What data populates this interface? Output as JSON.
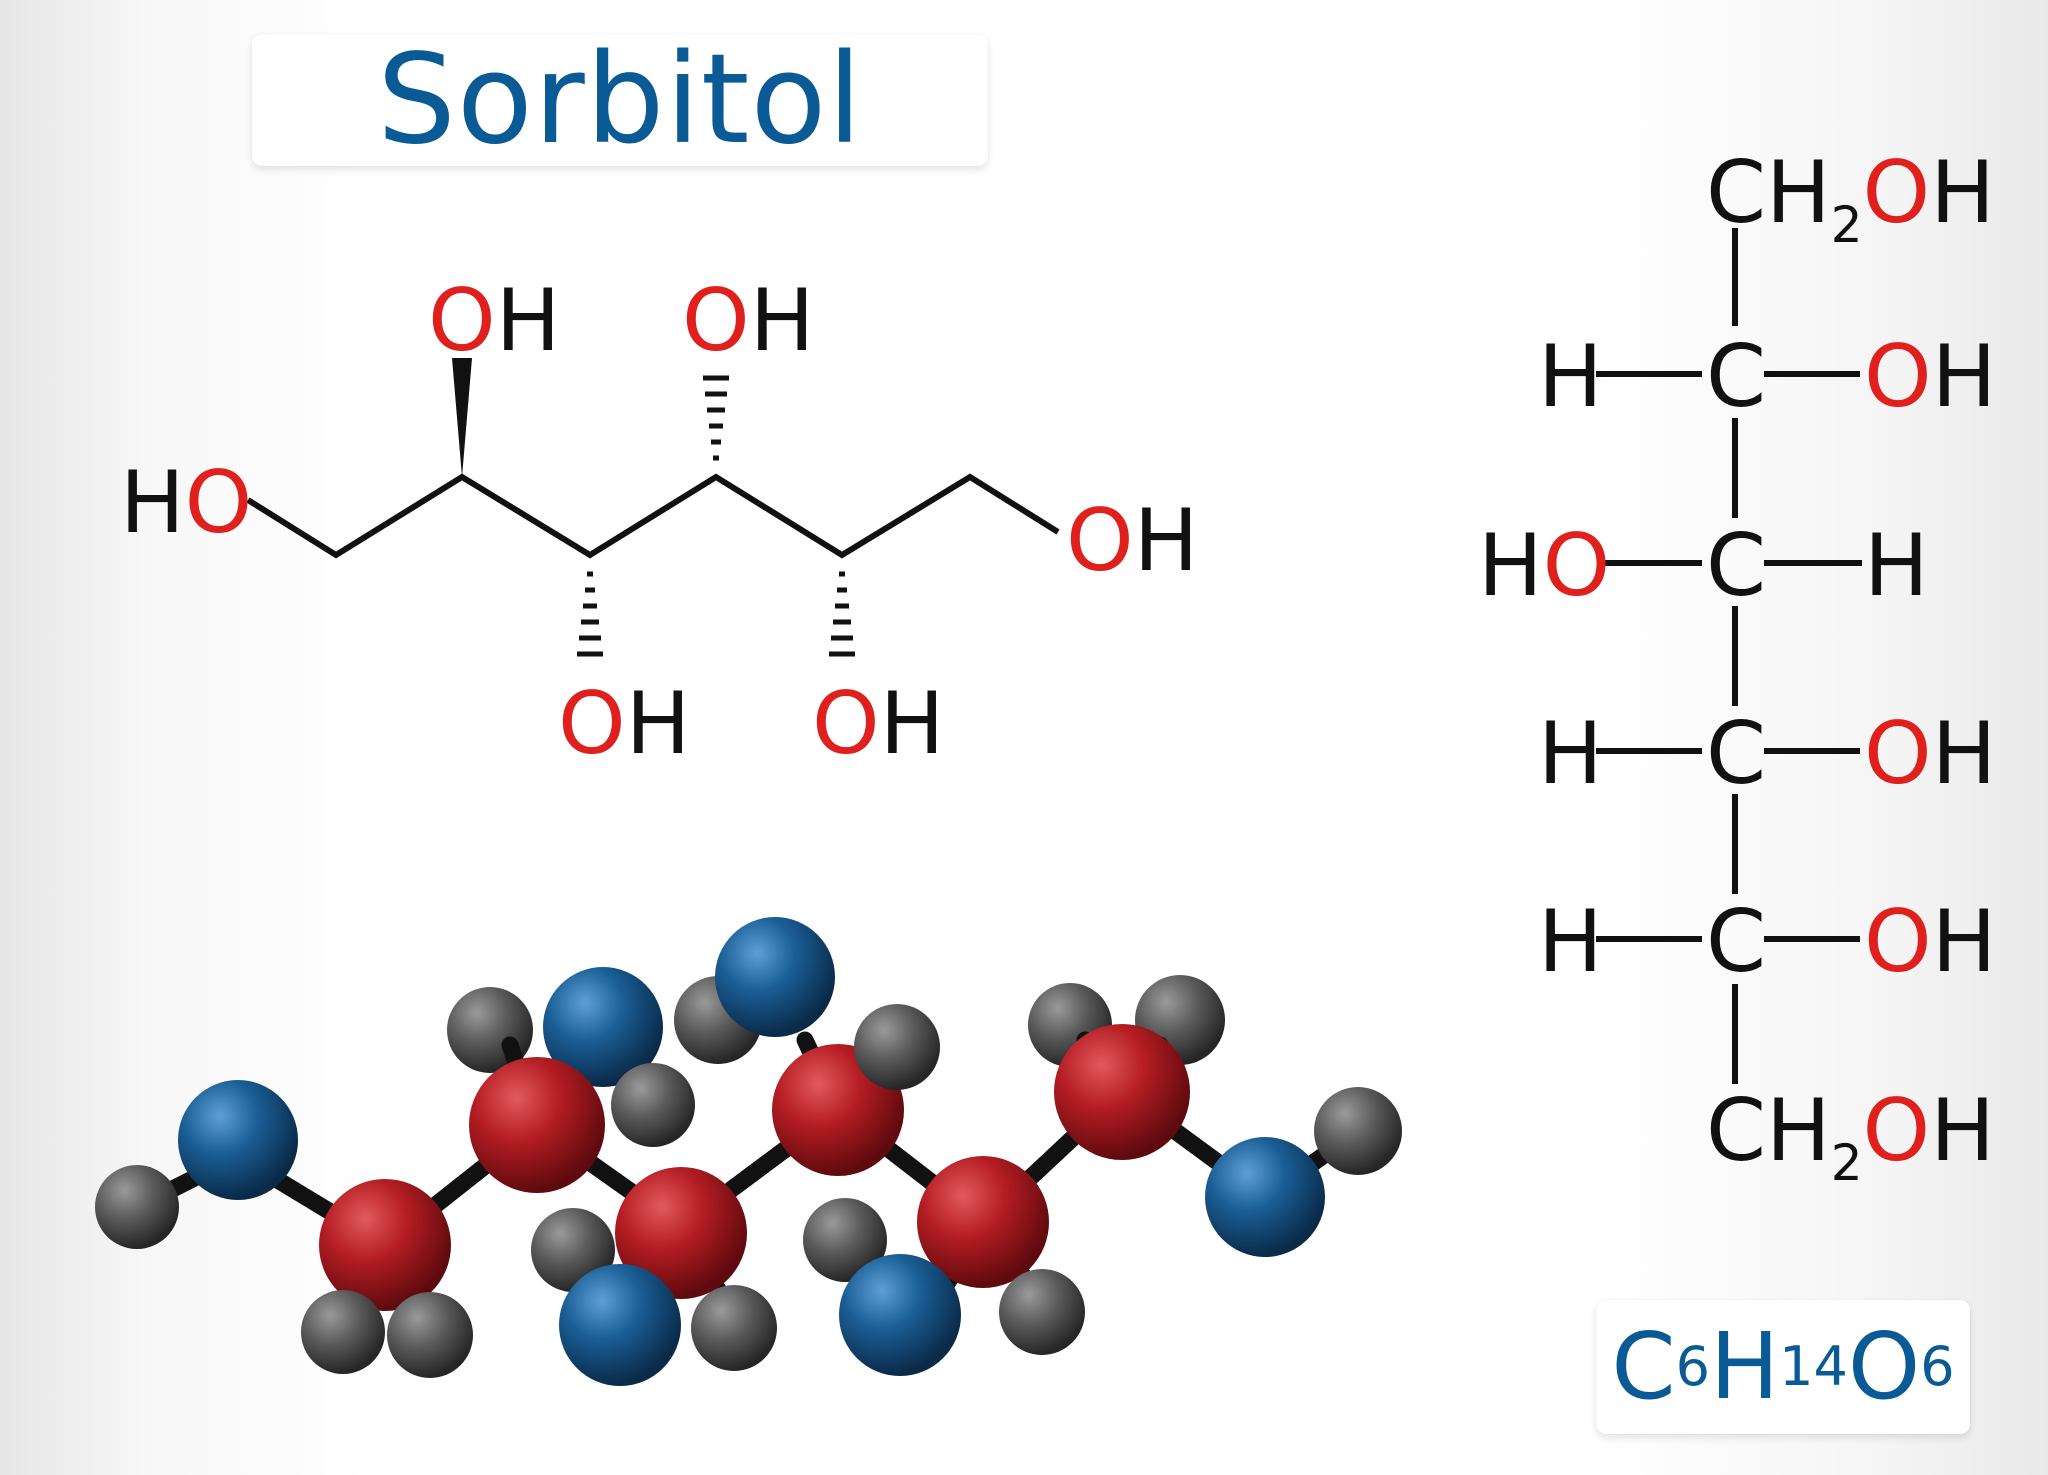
{
  "title": "Sorbitol",
  "formula": {
    "parts": [
      {
        "el": "C",
        "sub": "6"
      },
      {
        "el": "H",
        "sub": "14"
      },
      {
        "el": "O",
        "sub": "6"
      }
    ]
  },
  "skeletal": {
    "labels": {
      "o": "O",
      "h": "H"
    }
  },
  "fischer": {
    "top": {
      "ch": "CH",
      "sub": "2",
      "o": "O",
      "h": "H"
    },
    "carbon": "C",
    "h": "H",
    "o": "O",
    "bottom": {
      "ch": "CH",
      "sub": "2",
      "o": "O",
      "h": "H"
    }
  },
  "colors": {
    "title": "#0a5a96",
    "oxygen_text": "#e0201c",
    "bond": "#111111",
    "carbon_ball": "#b41d23",
    "oxygen_ball": "#1a5e96",
    "hydrogen_ball": "#5a5a5a"
  }
}
